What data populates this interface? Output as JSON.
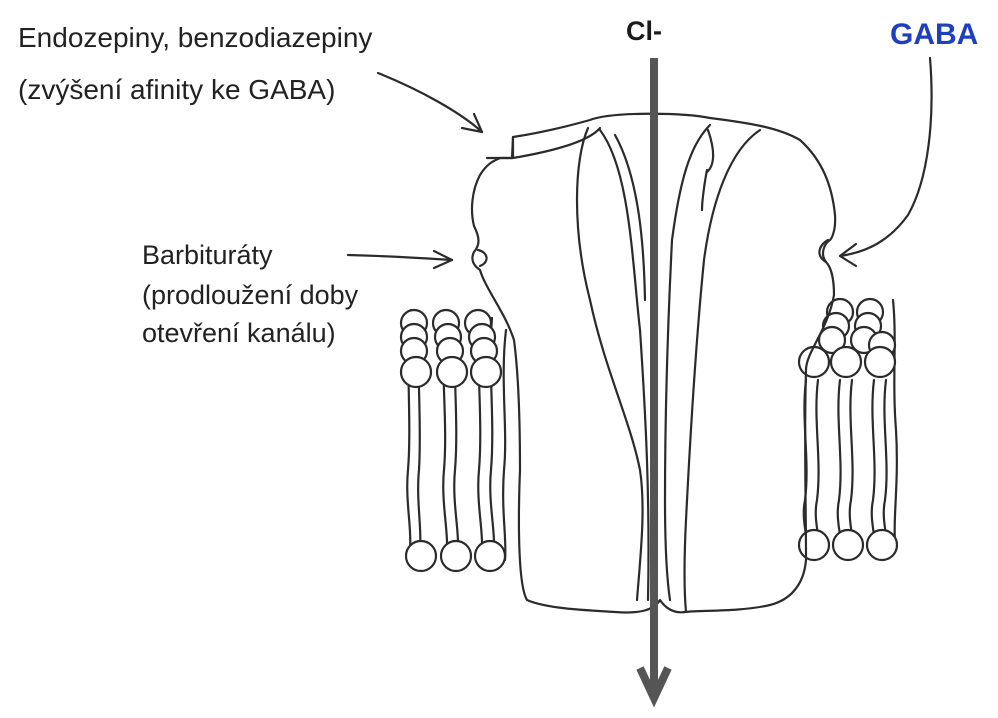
{
  "labels": {
    "modulator_line1": "Endozepiny, benzodiazepiny",
    "modulator_line2": "(zvýšení afinity ke GABA)",
    "ion": "Cl-",
    "ligand": "GABA",
    "barbiturate_line1": "Barbituráty",
    "barbiturate_line2": "(prodloužení doby",
    "barbiturate_line3": "otevření kanálu)"
  },
  "colors": {
    "ligand_label": "#1f3fbf",
    "ion_arrow": "#555555"
  }
}
